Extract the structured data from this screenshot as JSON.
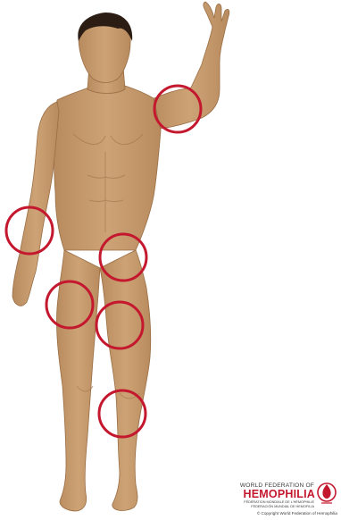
{
  "illustration": {
    "subject": "human-body-front-view",
    "skin_color": "#C49A6C",
    "skin_shadow": "#A57A50",
    "hair_color": "#2B1D14",
    "marker_color": "#C4182F",
    "marked_joints": [
      "right-shoulder",
      "left-wrist",
      "right-hip",
      "left-knee",
      "right-knee",
      "right-ankle"
    ]
  },
  "logo": {
    "line1": "WORLD FEDERATION OF",
    "name": "HEMOPHILIA",
    "sub1": "FÉDÉRATION MONDIALE DE L'HÉMOPHILIE",
    "sub2": "FEDERACIÓN MUNDIAL DE HEMOFILIA",
    "copyright": "© Copyright World Federation of Hemophilia",
    "brand_color": "#C4182F"
  }
}
